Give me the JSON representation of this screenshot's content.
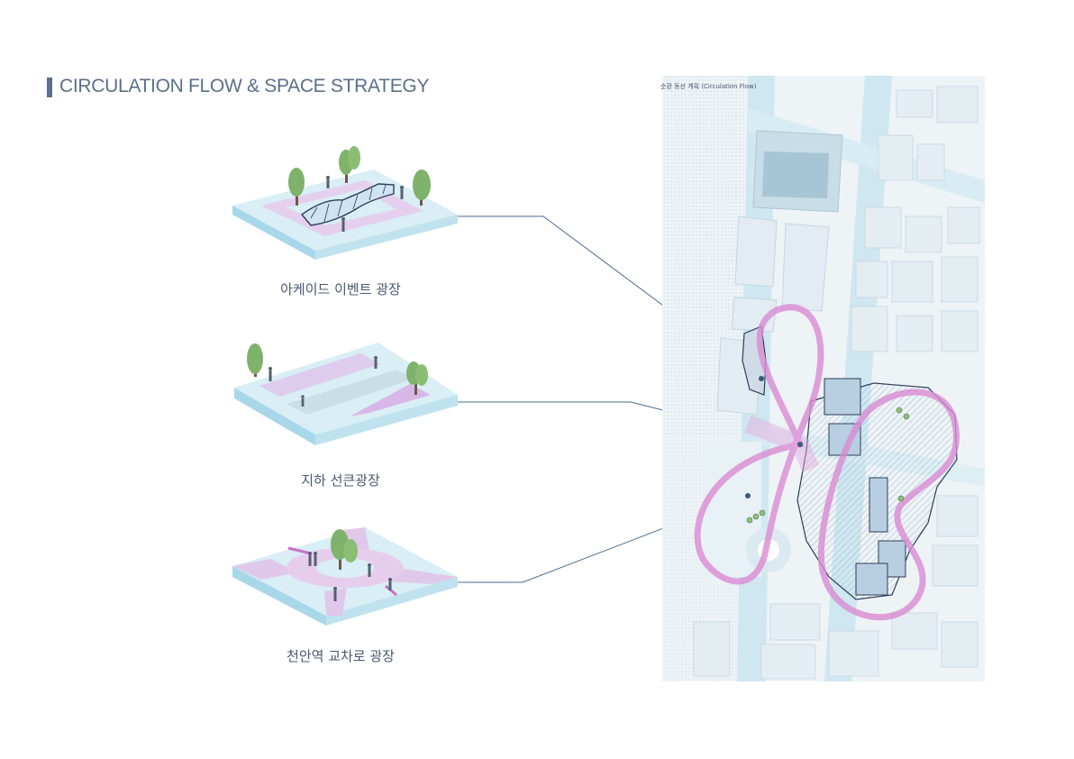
{
  "header": {
    "title": "CIRCULATION FLOW & SPACE STRATEGY"
  },
  "map": {
    "label": "순환 동선 계획  (Circulation Flow)"
  },
  "spaces": [
    {
      "caption": "아케이드 이벤트 광장"
    },
    {
      "caption": "지하 선큰광장"
    },
    {
      "caption": "천안역 교차로 광장"
    }
  ],
  "colors": {
    "accent": "#5b6f8c",
    "flow_pink": "#d98bd3",
    "water_blue": "#bfe2ee",
    "ground": "#d9ecf2",
    "tree_green": "#7fb26a"
  }
}
